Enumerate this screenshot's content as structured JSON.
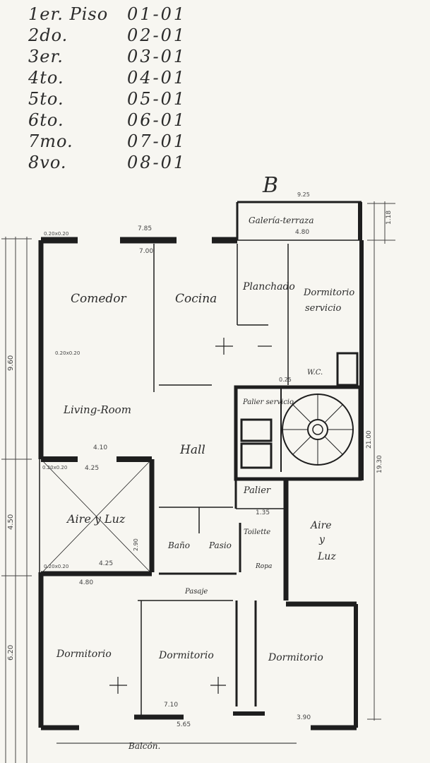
{
  "floors": [
    {
      "ordinal": "1er. Piso",
      "code": "01-01"
    },
    {
      "ordinal": "2do.",
      "code": "02-01"
    },
    {
      "ordinal": "3er.",
      "code": "03-01"
    },
    {
      "ordinal": "4to.",
      "code": "04-01"
    },
    {
      "ordinal": "5to.",
      "code": "05-01"
    },
    {
      "ordinal": "6to.",
      "code": "06-01"
    },
    {
      "ordinal": "7mo.",
      "code": "07-01"
    },
    {
      "ordinal": "8vo.",
      "code": "08-01"
    }
  ],
  "unit_label": "B",
  "rooms": {
    "galeria": "Galería-terraza",
    "comedor": "Comedor",
    "cocina": "Cocina",
    "planchado": "Planchado",
    "dormitorio_servicio_1": "Dormitorio",
    "dormitorio_servicio_2": "servicio",
    "wc": "W.C.",
    "living": "Living-Room",
    "hall": "Hall",
    "palier_servicio": "Palier servicio",
    "palier": "Palier",
    "aire_luz_1": "Aire y Luz",
    "aire_luz_2a": "Aire",
    "aire_luz_2b": "y",
    "aire_luz_2c": "Luz",
    "bano": "Baño",
    "pasillo_bano": "Pasio",
    "toilette": "Toilette",
    "ropa": "Ropa",
    "pasaje": "Pasaje",
    "dormitorio_1": "Dormitorio",
    "dormitorio_2": "Dormitorio",
    "dormitorio_3": "Dormitorio",
    "balcon": "Balcón."
  },
  "dimensions": {
    "d_960": "9.60",
    "d_450": "4.50",
    "d_620": "6.20",
    "d_2100": "21.00",
    "d_1930": "19.30",
    "d_785": "7.85",
    "d_700": "7.00",
    "d_480": "4.80",
    "d_925": "9.25",
    "d_410": "4.10",
    "d_425a": "4.25",
    "d_425b": "4.25",
    "d_480b": "4.80",
    "d_710": "7.10",
    "d_565": "5.65",
    "d_390": "3.90",
    "d_135": "1.35",
    "d_118": "1.18",
    "d_290": "2.90",
    "d_025": "0.25",
    "d_w1": "0.20x0.20",
    "d_w2": "0.20x0.20",
    "d_w3": "0.20x0.20",
    "d_w4": "0.20x0.20"
  }
}
